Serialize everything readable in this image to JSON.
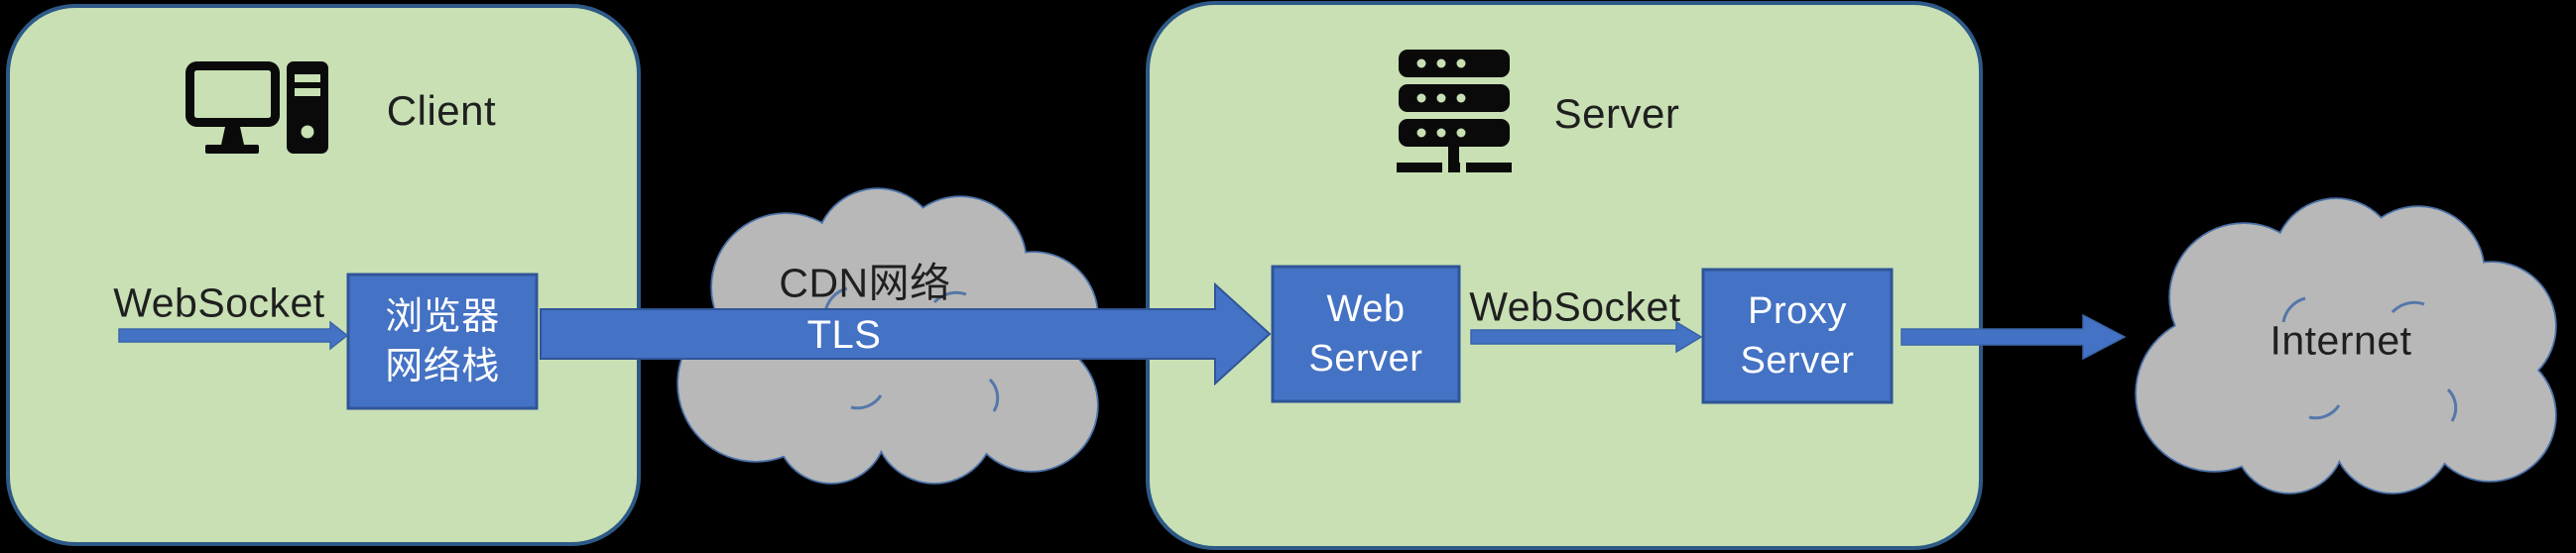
{
  "client": {
    "title": "Client",
    "icon": "desktop-computer-icon",
    "arrow_label": "WebSocket",
    "box_line1": "浏览器",
    "box_line2": "网络栈"
  },
  "cdn": {
    "cloud_label": "CDN网络",
    "arrow_label": "TLS"
  },
  "server": {
    "title": "Server",
    "icon": "server-rack-icon",
    "web_box_line1": "Web",
    "web_box_line2": "Server",
    "arrow_label": "WebSocket",
    "proxy_box_line1": "Proxy",
    "proxy_box_line2": "Server"
  },
  "internet": {
    "cloud_label": "Internet"
  },
  "colors": {
    "background": "#000000",
    "group_fill": "#c8e0b4",
    "group_border": "#2d5986",
    "box_fill": "#4472c4",
    "box_border": "#2f5597",
    "arrow_fill": "#4472c4",
    "cloud_fill": "#b8b8b8",
    "cloud_border": "#4a71a8",
    "box_text": "#ffffff",
    "label_text": "#1f1f1f"
  }
}
